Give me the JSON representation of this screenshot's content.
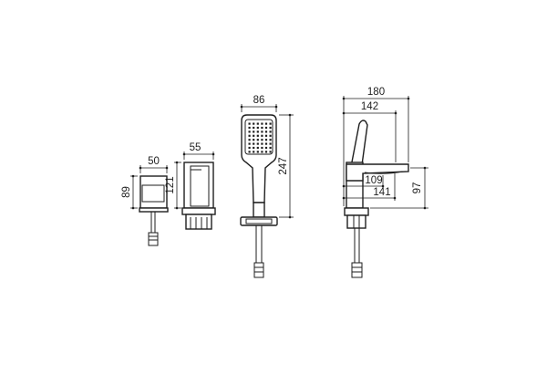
{
  "diagram": {
    "dimensions": {
      "d50": "50",
      "d89": "89",
      "d55": "55",
      "d121": "121",
      "d86": "86",
      "d247": "247",
      "d180": "180",
      "d142": "142",
      "d109": "109",
      "d141": "141",
      "d97": "97"
    },
    "colors": {
      "line": "#1e1e1e",
      "background": "#ffffff"
    }
  }
}
